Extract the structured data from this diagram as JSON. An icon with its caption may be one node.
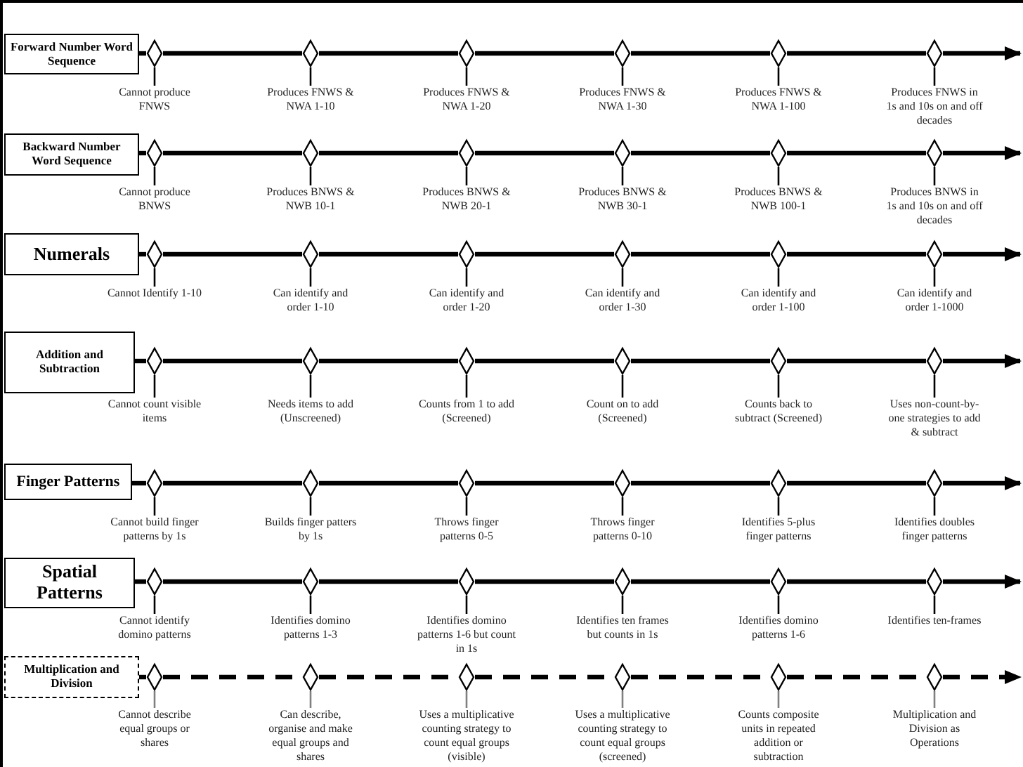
{
  "diagram": {
    "nodes": [
      {
        "text": [
          "Forward Number Word Sequence"
        ]
      },
      {
        "text": [],
        "shape": "diamond"
      },
      {
        "text": [],
        "shape": "diamond"
      },
      {
        "text": [],
        "shape": "diamond"
      },
      {
        "text": [],
        "shape": "diamond"
      },
      {
        "text": [],
        "shape": "diamond"
      },
      {
        "text": [],
        "shape": "diamond"
      },
      {
        "text": [
          "Cannot produce FNWS"
        ]
      },
      {
        "text": [
          "Produces FNWS & NWA 1-10"
        ]
      },
      {
        "text": [
          "Produces FNWS & NWA 1-20"
        ]
      },
      {
        "text": [
          "Produces FNWS & NWA 1-30"
        ]
      },
      {
        "text": [
          "Produces FNWS & NWA 1-100"
        ]
      },
      {
        "text": [
          "Produces FNWS in 1s and 10s on and off decades"
        ]
      },
      {
        "text": [
          "Backward Number Word Sequence"
        ]
      },
      {
        "text": [],
        "shape": "diamond"
      },
      {
        "text": [],
        "shape": "diamond"
      },
      {
        "text": [],
        "shape": "diamond"
      },
      {
        "text": [],
        "shape": "diamond"
      },
      {
        "text": [],
        "shape": "diamond"
      },
      {
        "text": [],
        "shape": "diamond"
      },
      {
        "text": [
          "Cannot produce BNWS"
        ]
      },
      {
        "text": [
          "Produces BNWS & NWB 10-1"
        ]
      },
      {
        "text": [
          "Produces BNWS & NWB 20-1"
        ]
      },
      {
        "text": [
          "Produces BNWS & NWB 30-1"
        ]
      },
      {
        "text": [
          "Produces BNWS & NWB 100-1"
        ]
      },
      {
        "text": [
          "Produces BNWS in 1s and 10s on and off decades"
        ]
      },
      {
        "text": [
          "Numerals"
        ]
      },
      {
        "text": [],
        "shape": "diamond"
      },
      {
        "text": [],
        "shape": "diamond"
      },
      {
        "text": [],
        "shape": "diamond"
      },
      {
        "text": [],
        "shape": "diamond"
      },
      {
        "text": [],
        "shape": "diamond"
      },
      {
        "text": [],
        "shape": "diamond"
      },
      {
        "text": [
          "Cannot Identify 1-10"
        ]
      },
      {
        "text": [
          "Can identify and order 1-10"
        ]
      },
      {
        "text": [
          "Can identify and order 1-20"
        ]
      },
      {
        "text": [
          "Can identify and order 1-30"
        ]
      },
      {
        "text": [
          "Can identify and order 1-100"
        ]
      },
      {
        "text": [
          "Can identify and order 1-1000"
        ]
      },
      {
        "text": [
          "Addition and Subtraction"
        ]
      },
      {
        "text": [],
        "shape": "diamond"
      },
      {
        "text": [],
        "shape": "diamond"
      },
      {
        "text": [],
        "shape": "diamond"
      },
      {
        "text": [],
        "shape": "diamond"
      },
      {
        "text": [],
        "shape": "diamond"
      },
      {
        "text": [],
        "shape": "diamond"
      },
      {
        "text": [
          "Cannot count visible items"
        ]
      },
      {
        "text": [
          "Needs items to add (Unscreened)"
        ]
      },
      {
        "text": [
          "Counts from 1 to add (Screened)"
        ]
      },
      {
        "text": [
          "Count on to add (Screened)"
        ]
      },
      {
        "text": [
          "Counts back to subtract (Screened)"
        ]
      },
      {
        "text": [
          "Uses non-count-by-one strategies to add & subtract"
        ]
      },
      {
        "text": [
          "Finger Patterns"
        ]
      },
      {
        "text": [],
        "shape": "diamond"
      },
      {
        "text": [],
        "shape": "diamond"
      },
      {
        "text": [],
        "shape": "diamond"
      },
      {
        "text": [],
        "shape": "diamond"
      },
      {
        "text": [],
        "shape": "diamond"
      },
      {
        "text": [],
        "shape": "diamond"
      },
      {
        "text": [
          "Cannot build finger patterns by 1s"
        ]
      },
      {
        "text": [
          "Builds finger patters by 1s"
        ]
      },
      {
        "text": [
          "Throws finger patterns 0-5"
        ]
      },
      {
        "text": [
          "Throws finger patterns 0-10"
        ]
      },
      {
        "text": [
          "Identifies 5-plus finger patterns"
        ]
      },
      {
        "text": [
          "Identifies doubles finger patterns"
        ]
      },
      {
        "text": [
          "Spatial Patterns"
        ]
      },
      {
        "text": [],
        "shape": "diamond"
      },
      {
        "text": [],
        "shape": "diamond"
      },
      {
        "text": [],
        "shape": "diamond"
      },
      {
        "text": [],
        "shape": "diamond"
      },
      {
        "text": [],
        "shape": "diamond"
      },
      {
        "text": [],
        "shape": "diamond"
      },
      {
        "text": [
          "Cannot identify domino patterns"
        ]
      },
      {
        "text": [
          "Identifies domino patterns 1-3"
        ]
      },
      {
        "text": [
          "Identifies domino patterns 1-6 but count in 1s"
        ]
      },
      {
        "text": [
          "Identifies ten frames but counts in 1s"
        ]
      },
      {
        "text": [
          "Identifies domino patterns 1-6"
        ]
      },
      {
        "text": [
          "Identifies ten-frames"
        ]
      },
      {
        "text": [
          "Multiplication and Division"
        ]
      },
      {
        "text": [],
        "shape": "diamond"
      },
      {
        "text": [],
        "shape": "diamond"
      },
      {
        "text": [],
        "shape": "diamond"
      },
      {
        "text": [],
        "shape": "diamond"
      },
      {
        "text": [],
        "shape": "diamond"
      },
      {
        "text": [],
        "shape": "diamond"
      },
      {
        "text": [
          "Cannot describe equal groups or shares"
        ]
      },
      {
        "text": [
          "Can describe, organise and make equal groups and shares"
        ]
      },
      {
        "text": [
          "Uses a multiplicative counting strategy to count equal groups (visible)"
        ]
      },
      {
        "text": [
          "Uses a multiplicative counting strategy to count equal groups (screened)"
        ]
      },
      {
        "text": [
          "Counts composite units in repeated addition or subtraction"
        ]
      },
      {
        "text": [
          "Multiplication and Division as Operations"
        ]
      }
    ],
    "edges": [
      {
        "from": 0,
        "to": 1,
        "arrow": "none"
      },
      {
        "from": 1,
        "to": 2,
        "arrow": "none"
      },
      {
        "from": 2,
        "to": 3,
        "arrow": "none"
      },
      {
        "from": 3,
        "to": 4,
        "arrow": "none"
      },
      {
        "from": 4,
        "to": 5,
        "arrow": "none"
      },
      {
        "from": 5,
        "to": 6,
        "arrow": "none"
      },
      {
        "from": 6,
        "to": null,
        "arrow": "to"
      },
      {
        "from": 7,
        "to": 1,
        "arrow": "none"
      },
      {
        "from": 8,
        "to": 2,
        "arrow": "none"
      },
      {
        "from": 9,
        "to": 3,
        "arrow": "none"
      },
      {
        "from": 10,
        "to": 4,
        "arrow": "none"
      },
      {
        "from": 11,
        "to": 5,
        "arrow": "none"
      },
      {
        "from": 12,
        "to": 6,
        "arrow": "none"
      },
      {
        "from": 13,
        "to": 14,
        "arrow": "none"
      },
      {
        "from": 14,
        "to": 15,
        "arrow": "none"
      },
      {
        "from": 15,
        "to": 16,
        "arrow": "none"
      },
      {
        "from": 16,
        "to": 17,
        "arrow": "none"
      },
      {
        "from": 17,
        "to": 18,
        "arrow": "none"
      },
      {
        "from": 18,
        "to": 19,
        "arrow": "none"
      },
      {
        "from": 19,
        "to": null,
        "arrow": "to"
      },
      {
        "from": 20,
        "to": 14,
        "arrow": "none"
      },
      {
        "from": 21,
        "to": 15,
        "arrow": "none"
      },
      {
        "from": 22,
        "to": 16,
        "arrow": "none"
      },
      {
        "from": 23,
        "to": 17,
        "arrow": "none"
      },
      {
        "from": 24,
        "to": 18,
        "arrow": "none"
      },
      {
        "from": 25,
        "to": 19,
        "arrow": "none"
      },
      {
        "from": 26,
        "to": 27,
        "arrow": "none"
      },
      {
        "from": 27,
        "to": 28,
        "arrow": "none"
      },
      {
        "from": 28,
        "to": 29,
        "arrow": "none"
      },
      {
        "from": 29,
        "to": 30,
        "arrow": "none"
      },
      {
        "from": 30,
        "to": 31,
        "arrow": "none"
      },
      {
        "from": 31,
        "to": 32,
        "arrow": "none"
      },
      {
        "from": 32,
        "to": null,
        "arrow": "to"
      },
      {
        "from": 33,
        "to": 27,
        "arrow": "none"
      },
      {
        "from": 34,
        "to": 28,
        "arrow": "none"
      },
      {
        "from": 35,
        "to": 29,
        "arrow": "none"
      },
      {
        "from": 36,
        "to": 30,
        "arrow": "none"
      },
      {
        "from": 37,
        "to": 31,
        "arrow": "none"
      },
      {
        "from": 38,
        "to": 32,
        "arrow": "none"
      },
      {
        "from": 39,
        "to": 40,
        "arrow": "none"
      },
      {
        "from": 40,
        "to": 41,
        "arrow": "none"
      },
      {
        "from": 41,
        "to": 42,
        "arrow": "none"
      },
      {
        "from": 42,
        "to": 43,
        "arrow": "none"
      },
      {
        "from": 43,
        "to": 44,
        "arrow": "none"
      },
      {
        "from": 44,
        "to": 45,
        "arrow": "none"
      },
      {
        "from": 45,
        "to": null,
        "arrow": "to"
      },
      {
        "from": 46,
        "to": 40,
        "arrow": "none"
      },
      {
        "from": 47,
        "to": 41,
        "arrow": "none"
      },
      {
        "from": 48,
        "to": 42,
        "arrow": "none"
      },
      {
        "from": 49,
        "to": 43,
        "arrow": "none"
      },
      {
        "from": 50,
        "to": 44,
        "arrow": "none"
      },
      {
        "from": 51,
        "to": 45,
        "arrow": "none"
      },
      {
        "from": 52,
        "to": 53,
        "arrow": "none"
      },
      {
        "from": 53,
        "to": 54,
        "arrow": "none"
      },
      {
        "from": 54,
        "to": 55,
        "arrow": "none"
      },
      {
        "from": 55,
        "to": 56,
        "arrow": "none"
      },
      {
        "from": 56,
        "to": 57,
        "arrow": "none"
      },
      {
        "from": 57,
        "to": 58,
        "arrow": "none"
      },
      {
        "from": 58,
        "to": null,
        "arrow": "to"
      },
      {
        "from": 59,
        "to": 53,
        "arrow": "none"
      },
      {
        "from": 60,
        "to": 54,
        "arrow": "none"
      },
      {
        "from": 61,
        "to": 55,
        "arrow": "none"
      },
      {
        "from": 62,
        "to": 56,
        "arrow": "none"
      },
      {
        "from": 63,
        "to": 57,
        "arrow": "none"
      },
      {
        "from": 64,
        "to": 58,
        "arrow": "none"
      },
      {
        "from": 65,
        "to": 66,
        "arrow": "none"
      },
      {
        "from": 66,
        "to": 67,
        "arrow": "none"
      },
      {
        "from": 67,
        "to": 68,
        "arrow": "none"
      },
      {
        "from": 68,
        "to": 69,
        "arrow": "none"
      },
      {
        "from": 69,
        "to": 70,
        "arrow": "none"
      },
      {
        "from": 70,
        "to": 71,
        "arrow": "none"
      },
      {
        "from": 71,
        "to": null,
        "arrow": "to"
      },
      {
        "from": 72,
        "to": 66,
        "arrow": "none"
      },
      {
        "from": 73,
        "to": 67,
        "arrow": "none"
      },
      {
        "from": 74,
        "to": 68,
        "arrow": "none"
      },
      {
        "from": 75,
        "to": 69,
        "arrow": "none"
      },
      {
        "from": 76,
        "to": 70,
        "arrow": "none"
      },
      {
        "from": 77,
        "to": 71,
        "arrow": "none"
      },
      {
        "from": 78,
        "to": 79,
        "arrow": "none",
        "style": "dashed"
      },
      {
        "from": 79,
        "to": 80,
        "arrow": "none",
        "style": "dashed"
      },
      {
        "from": 80,
        "to": 81,
        "arrow": "none",
        "style": "dashed"
      },
      {
        "from": 81,
        "to": 82,
        "arrow": "none",
        "style": "dashed"
      },
      {
        "from": 82,
        "to": 83,
        "arrow": "none",
        "style": "dashed"
      },
      {
        "from": 83,
        "to": 84,
        "arrow": "none",
        "style": "dashed"
      },
      {
        "from": 84,
        "to": null,
        "arrow": "to",
        "style": "dashed"
      },
      {
        "from": 85,
        "to": 79,
        "arrow": "none",
        "color": "#808080"
      },
      {
        "from": 86,
        "to": 80,
        "arrow": "none",
        "color": "#808080"
      },
      {
        "from": 87,
        "to": 81,
        "arrow": "none",
        "color": "#808080"
      },
      {
        "from": 88,
        "to": 82,
        "arrow": "none",
        "color": "#808080"
      },
      {
        "from": 89,
        "to": 83,
        "arrow": "none",
        "color": "#808080"
      },
      {
        "from": 90,
        "to": 84,
        "arrow": "none",
        "color": "#808080"
      }
    ]
  }
}
